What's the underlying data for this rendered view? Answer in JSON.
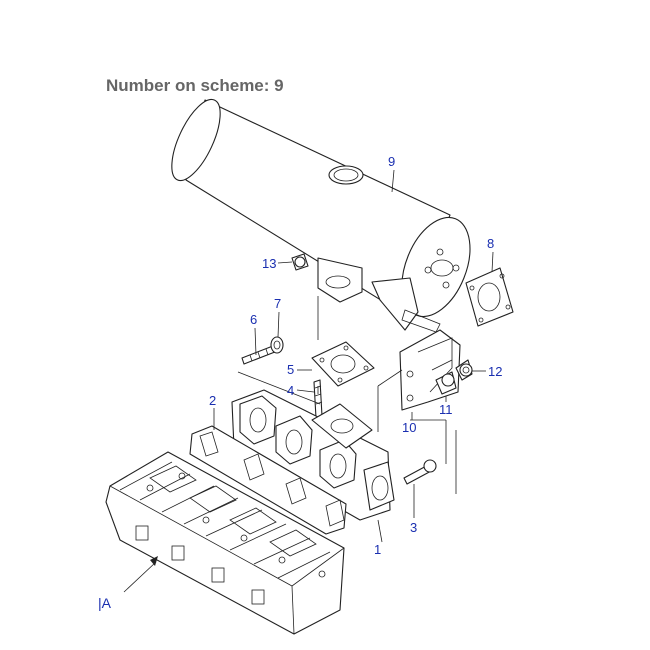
{
  "heading": "Number on scheme: 9",
  "callouts": {
    "c1": "1",
    "c2": "2",
    "c3": "3",
    "c4": "4",
    "c5": "5",
    "c6": "6",
    "c7": "7",
    "c8": "8",
    "c9": "9",
    "c10": "10",
    "c11": "11",
    "c12": "12",
    "c13": "13",
    "view_a": "|A"
  },
  "colors": {
    "callout_text": "#1a2fb0",
    "heading_text": "#666666",
    "line_art": "#222222"
  }
}
